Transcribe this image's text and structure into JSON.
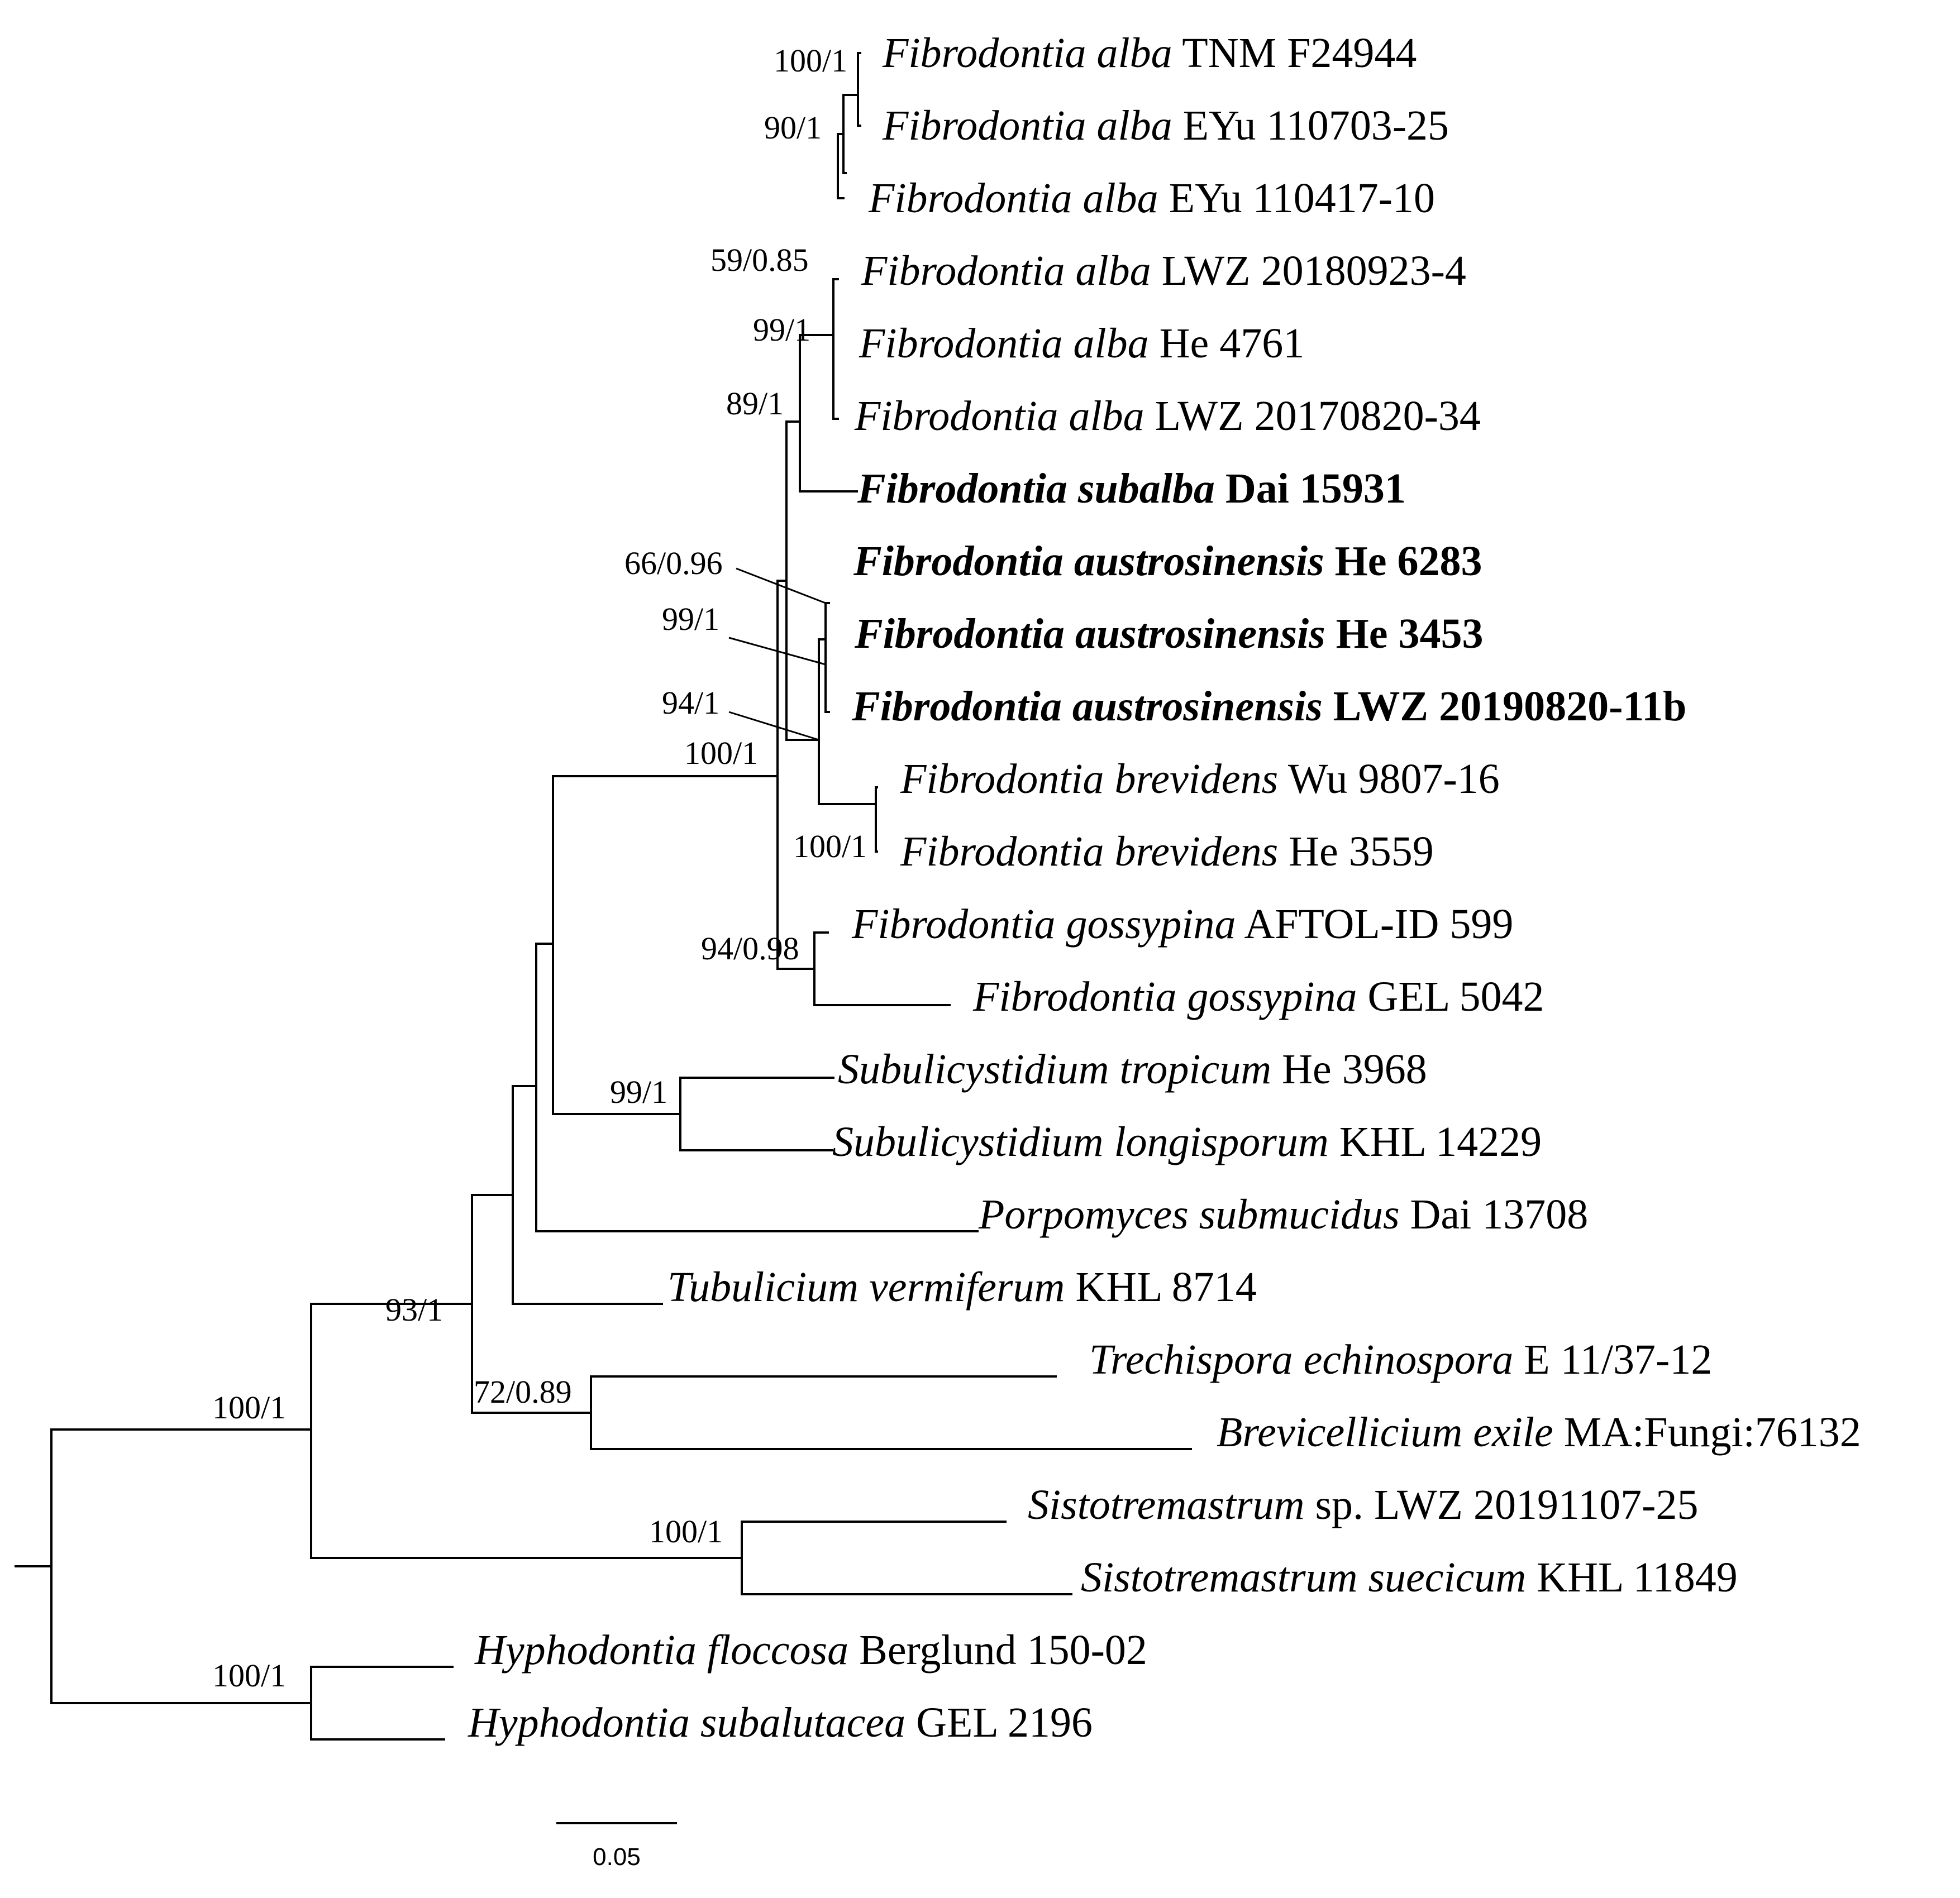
{
  "tree": {
    "taxa": [
      {
        "name": "Fibrodontia alba",
        "voucher": "TNM F24944",
        "bold": false
      },
      {
        "name": "Fibrodontia alba",
        "voucher": "EYu 110703-25",
        "bold": false
      },
      {
        "name": "Fibrodontia alba",
        "voucher": "EYu 110417-10",
        "bold": false
      },
      {
        "name": "Fibrodontia alba",
        "voucher": "LWZ 20180923-4",
        "bold": false
      },
      {
        "name": "Fibrodontia alba",
        "voucher": "He 4761",
        "bold": false
      },
      {
        "name": "Fibrodontia alba",
        "voucher": "LWZ 20170820-34",
        "bold": false
      },
      {
        "name": "Fibrodontia subalba",
        "voucher": "Dai 15931",
        "bold": true
      },
      {
        "name": "Fibrodontia austrosinensis",
        "voucher": "He 6283",
        "bold": true
      },
      {
        "name": "Fibrodontia austrosinensis",
        "voucher": "He 3453",
        "bold": true
      },
      {
        "name": "Fibrodontia austrosinensis",
        "voucher": "LWZ 20190820-11b",
        "bold": true
      },
      {
        "name": "Fibrodontia brevidens",
        "voucher": "Wu 9807-16",
        "bold": false
      },
      {
        "name": "Fibrodontia brevidens",
        "voucher": "He 3559",
        "bold": false
      },
      {
        "name": "Fibrodontia gossypina",
        "voucher": "AFTOL-ID 599",
        "bold": false
      },
      {
        "name": "Fibrodontia gossypina",
        "voucher": "GEL 5042",
        "bold": false
      },
      {
        "name": "Subulicystidium tropicum",
        "voucher": "He 3968",
        "bold": false
      },
      {
        "name": "Subulicystidium longisporum",
        "voucher": "KHL 14229",
        "bold": false
      },
      {
        "name": "Porpomyces submucidus",
        "voucher": "Dai 13708",
        "bold": false
      },
      {
        "name": "Tubulicium vermiferum",
        "voucher": "KHL 8714",
        "bold": false
      },
      {
        "name": "Trechispora echinospora",
        "voucher": "E 11/37-12",
        "bold": false
      },
      {
        "name": "Brevicellicium exile",
        "voucher": "MA:Fungi:76132",
        "bold": false
      },
      {
        "name": "Sistotremastrum",
        "voucher": "sp. LWZ 20191107-25",
        "bold": false
      },
      {
        "name": "Sistotremastrum suecicum",
        "voucher": "KHL 11849",
        "bold": false
      },
      {
        "name": "Hyphodontia floccosa",
        "voucher": "Berglund 150-02",
        "bold": false
      },
      {
        "name": "Hyphodontia subalutacea",
        "voucher": "GEL 2196",
        "bold": false
      }
    ],
    "support_values": [
      "100/1",
      "90/1",
      "59/0.85",
      "99/1",
      "89/1",
      "66/0.96",
      "99/1",
      "94/1",
      "100/1",
      "100/1",
      "94/0.98",
      "99/1",
      "93/1",
      "72/0.89",
      "100/1",
      "100/1",
      "100/1"
    ],
    "scale_bar": "0.05"
  }
}
